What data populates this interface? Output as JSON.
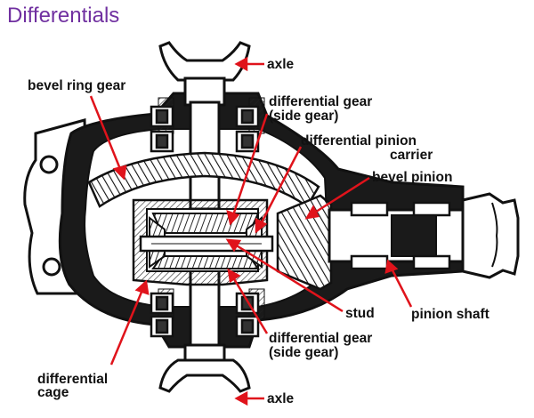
{
  "title": "Differentials",
  "colors": {
    "title": "#7030a0",
    "arrow": "#e0131b",
    "ink": "#111111"
  },
  "labels": {
    "axle_top": "axle",
    "bevel_ring_gear": "bevel ring gear",
    "differential_gear_top_line1": "differential gear",
    "differential_gear_top_line2": "(side gear)",
    "differential_pinion_line1": "differential pinion",
    "differential_pinion_line2": "carrier",
    "bevel_pinion": "bevel pinion",
    "stud": "stud",
    "pinion_shaft": "pinion shaft",
    "differential_gear_bottom_line1": "differential gear",
    "differential_gear_bottom_line2": "(side gear)",
    "differential_cage_line1": "differential",
    "differential_cage_line2": "cage",
    "axle_bottom": "axle"
  }
}
